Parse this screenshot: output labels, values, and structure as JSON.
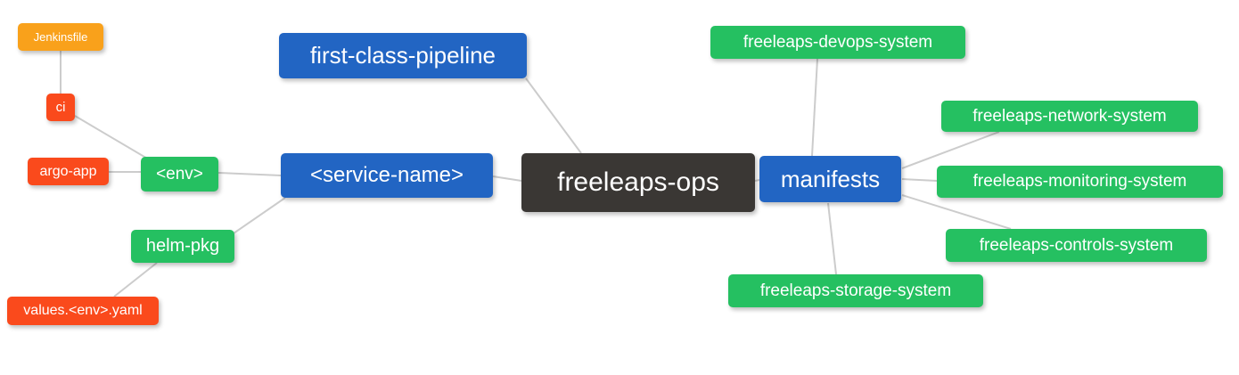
{
  "diagram": {
    "type": "mindmap",
    "root": "freeleaps-ops"
  },
  "palette": {
    "blue": "#2265C3",
    "green": "#25C061",
    "dark": "#3A3734",
    "red": "#FA4A1C",
    "amber": "#F9A11B",
    "edge": "#CCCCCC",
    "node_text": "#FFFFFF",
    "background": "#FFFFFF"
  },
  "nodes": {
    "jenkinsfile": {
      "label": "Jenkinsfile",
      "color": "amber"
    },
    "ci": {
      "label": "ci",
      "color": "red"
    },
    "argo_app": {
      "label": "argo-app",
      "color": "red"
    },
    "env": {
      "label": "<env>",
      "color": "green"
    },
    "helm_pkg": {
      "label": "helm-pkg",
      "color": "green"
    },
    "values_env_yaml": {
      "label": "values.<env>.yaml",
      "color": "red"
    },
    "first_class_pipeline": {
      "label": "first-class-pipeline",
      "color": "blue"
    },
    "service_name": {
      "label": "<service-name>",
      "color": "blue"
    },
    "freeleaps_ops": {
      "label": "freeleaps-ops",
      "color": "dark"
    },
    "manifests": {
      "label": "manifests",
      "color": "blue"
    },
    "devops_system": {
      "label": "freeleaps-devops-system",
      "color": "green"
    },
    "network_system": {
      "label": "freeleaps-network-system",
      "color": "green"
    },
    "monitoring_system": {
      "label": "freeleaps-monitoring-system",
      "color": "green"
    },
    "controls_system": {
      "label": "freeleaps-controls-system",
      "color": "green"
    },
    "storage_system": {
      "label": "freeleaps-storage-system",
      "color": "green"
    }
  },
  "edges": [
    {
      "from": "jenkinsfile",
      "to": "ci",
      "points": [
        68,
        57,
        68,
        105
      ]
    },
    {
      "from": "ci",
      "to": "env",
      "points": [
        84,
        130,
        167,
        179
      ]
    },
    {
      "from": "argo_app",
      "to": "env",
      "points": [
        122,
        193,
        158,
        193
      ]
    },
    {
      "from": "env",
      "to": "service_name",
      "points": [
        245,
        194,
        315,
        197
      ]
    },
    {
      "from": "service_name",
      "to": "helm_pkg",
      "points": [
        320,
        222,
        262,
        262
      ]
    },
    {
      "from": "helm_pkg",
      "to": "values_env_yaml",
      "points": [
        176,
        295,
        128,
        333
      ]
    },
    {
      "from": "first_class_pipeline",
      "to": "freeleaps_ops",
      "points": [
        590,
        88,
        652,
        172
      ]
    },
    {
      "from": "service_name",
      "to": "freeleaps_ops",
      "points": [
        553,
        198,
        585,
        203
      ]
    },
    {
      "from": "freeleaps_ops",
      "to": "manifests",
      "points": [
        847,
        203,
        852,
        202
      ]
    },
    {
      "from": "manifests",
      "to": "devops_system",
      "points": [
        911,
        175,
        917,
        66
      ]
    },
    {
      "from": "manifests",
      "to": "network_system",
      "points": [
        1012,
        189,
        1121,
        148
      ]
    },
    {
      "from": "manifests",
      "to": "monitoring_system",
      "points": [
        1012,
        201,
        1051,
        203
      ]
    },
    {
      "from": "manifests",
      "to": "controls_system",
      "points": [
        1012,
        219,
        1134,
        257
      ]
    },
    {
      "from": "manifests",
      "to": "storage_system",
      "points": [
        929,
        228,
        938,
        308
      ]
    }
  ]
}
